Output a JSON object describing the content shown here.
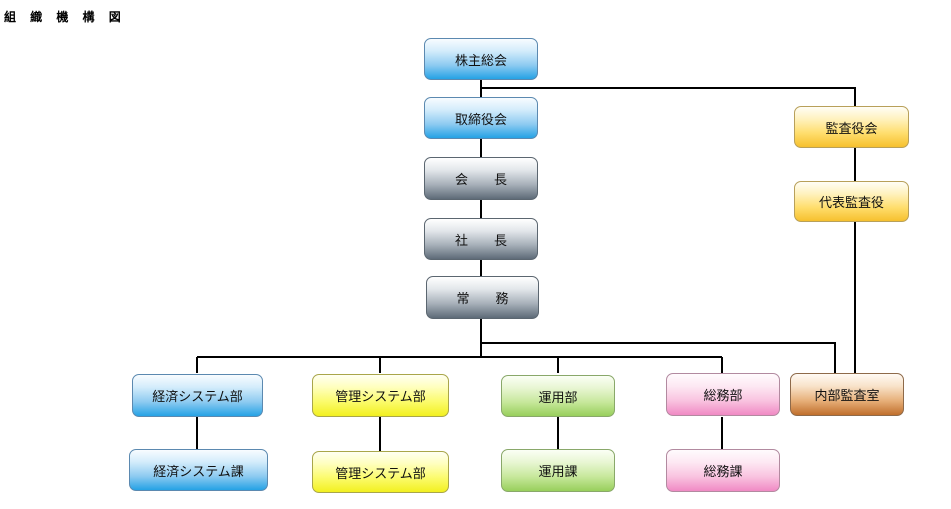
{
  "title": "組 織 機 構 図",
  "org": {
    "shareholders": "株主総会",
    "board": "取締役会",
    "chairman": "会　　長",
    "president": "社　　長",
    "managing_director": "常　　務",
    "auditors_board": "監査役会",
    "representative_auditor": "代表監査役",
    "internal_audit": "内部監査室",
    "dept_economic": "経済システム部",
    "section_economic": "経済システム課",
    "dept_management": "管理システム部",
    "section_management": "管理システム部",
    "dept_operations": "運用部",
    "section_operations": "運用課",
    "dept_general": "総務部",
    "section_general": "総務課"
  }
}
